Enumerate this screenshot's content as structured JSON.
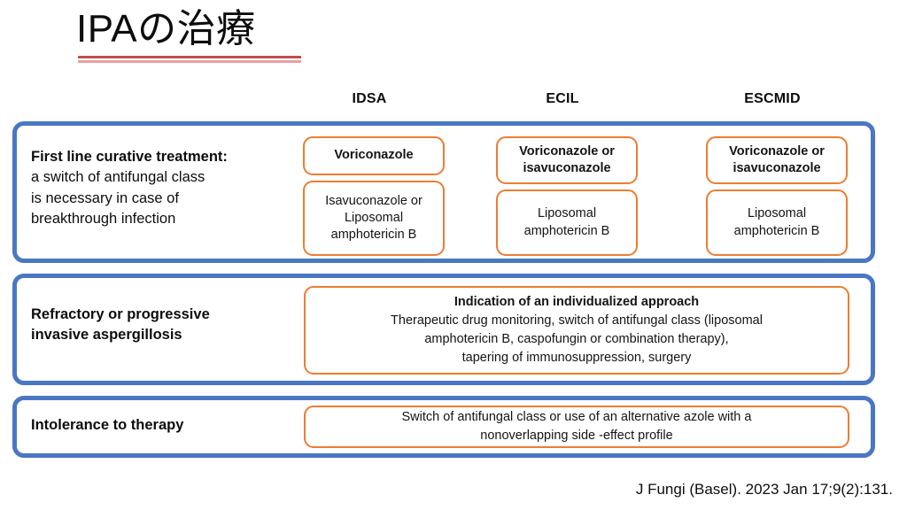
{
  "slide": {
    "title": "IPAの治療",
    "citation": "J Fungi (Basel). 2023 Jan 17;9(2):131."
  },
  "colors": {
    "row_border_blue": "#4a77c4",
    "box_border_orange": "#ed7d31",
    "title_underline_dark": "#c0504d",
    "title_underline_light": "#e8a0a0",
    "background": "#ffffff",
    "text": "#0d0d0d"
  },
  "columns": [
    {
      "id": "idsa",
      "label": "IDSA"
    },
    {
      "id": "ecil",
      "label": "ECIL"
    },
    {
      "id": "escmid",
      "label": "ESCMID"
    }
  ],
  "rows": [
    {
      "id": "first-line",
      "label_bold": "First line curative treatment:",
      "label_rest_1": "a switch of antifungal class",
      "label_rest_2": "is necessary in case of",
      "label_rest_3": "breakthrough infection",
      "cells": {
        "idsa": {
          "box1": "Voriconazole",
          "box2": "Isavuconazole or Liposomal amphotericin B"
        },
        "ecil": {
          "box1": "Voriconazole or isavuconazole",
          "box2": "Liposomal amphotericin B"
        },
        "escmid": {
          "box1": "Voriconazole or isavuconazole",
          "box2": "Liposomal amphotericin B"
        }
      }
    },
    {
      "id": "refractory",
      "label_line_1": "Refractory or progressive",
      "label_line_2": "invasive aspergillosis",
      "content_headline": "Indication of an individualized approach",
      "content_line_1": "Therapeutic drug monitoring, switch of antifungal class (liposomal",
      "content_line_2": "amphotericin B, caspofungin or combination therapy),",
      "content_line_3": "tapering of immunosuppression, surgery"
    },
    {
      "id": "intolerance",
      "label": "Intolerance to therapy",
      "content_line_1": "Switch of antifungal class or use of an alternative azole with a",
      "content_line_2": "nonoverlapping side -effect profile"
    }
  ]
}
